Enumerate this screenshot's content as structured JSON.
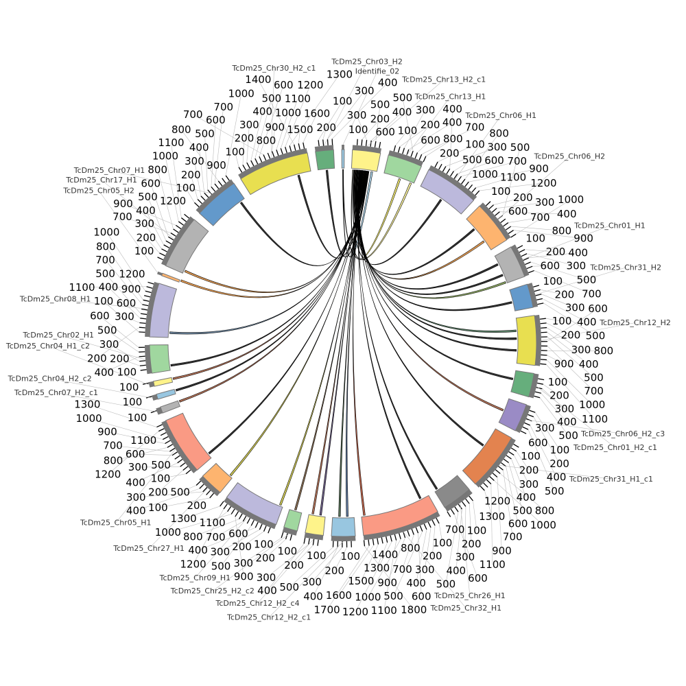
{
  "chart_data": {
    "type": "circos",
    "title": "",
    "tick_interval_kb": 100,
    "segments": [
      {
        "name": "Identifie_02",
        "length": 60,
        "color": "#98c6e0"
      },
      {
        "name": "TcDm25_Chr13_H2_c1",
        "length": 650,
        "color": "#fef38a"
      },
      {
        "name": "TcDm25_Chr13_H1",
        "length": 800,
        "color": "#a0d79f"
      },
      {
        "name": "TcDm25_Chr06_H1",
        "length": 1250,
        "color": "#bcb9dc"
      },
      {
        "name": "TcDm25_Chr06_H2",
        "length": 1000,
        "color": "#fdb46f"
      },
      {
        "name": "TcDm25_Chr01_H1",
        "length": 750,
        "color": "#b3b3b3"
      },
      {
        "name": "TcDm25_Chr31_H2",
        "length": 550,
        "color": "#6399cb"
      },
      {
        "name": "TcDm25_Chr12_H2",
        "length": 1150,
        "color": "#e8df50"
      },
      {
        "name": "TcDm25_Chr01_H2_c1",
        "length": 550,
        "color": "#66ae7c"
      },
      {
        "name": "TcDm25_Chr06_H2_c3",
        "length": 650,
        "color": "#9a8bc5"
      },
      {
        "name": "TcDm25_Chr31_H1_c1",
        "length": 1350,
        "color": "#e3834f"
      },
      {
        "name": "TcDm25_Chr26_H1",
        "length": 700,
        "color": "#8a8a8a"
      },
      {
        "name": "TcDm25_Chr32_H1",
        "length": 1800,
        "color": "#fa9a84"
      },
      {
        "name": "TcDm25_Chr12_H2_c1",
        "length": 550,
        "color": "#98c6e0"
      },
      {
        "name": "TcDm25_Chr12_H2_c4",
        "length": 420,
        "color": "#fef38a"
      },
      {
        "name": "TcDm25_Chr25_H2_c2",
        "length": 320,
        "color": "#a0d79f"
      },
      {
        "name": "TcDm25_Chr09_H1",
        "length": 1300,
        "color": "#bcb9dc"
      },
      {
        "name": "TcDm25_Chr27_H1",
        "length": 550,
        "color": "#fdb46f"
      },
      {
        "name": "TcDm25_Chr05_H1",
        "length": 1350,
        "color": "#fa9a84"
      },
      {
        "name": "TcDm25_Chr07_H2_c1",
        "length": 150,
        "color": "#b3b3b3"
      },
      {
        "name": "TcDm25_Chr04_H2_c2",
        "length": 120,
        "color": "#98c6e0"
      },
      {
        "name": "TcDm25_Chr04_H1_c2",
        "length": 120,
        "color": "#fef38a"
      },
      {
        "name": "TcDm25_Chr02_H1",
        "length": 650,
        "color": "#a0d79f"
      },
      {
        "name": "TcDm25_Chr08_H1",
        "length": 1250,
        "color": "#bcb9dc"
      },
      {
        "name": "TcDm25_Chr05_H2",
        "length": 60,
        "color": "#fdb46f"
      },
      {
        "name": "TcDm25_Chr17_H1",
        "length": 1250,
        "color": "#b3b3b3"
      },
      {
        "name": "TcDm25_Chr07_H1",
        "length": 1050,
        "color": "#6399cb"
      },
      {
        "name": "TcDm25_Chr30_H2_c1",
        "length": 1650,
        "color": "#e8df50"
      },
      {
        "name": "TcDm25_Chr03_H2",
        "length": 420,
        "color": "#66ae7c"
      }
    ],
    "links": [
      [
        1,
        30,
        2,
        400,
        "#e8df50"
      ],
      [
        0,
        30,
        2,
        700,
        "#fef38a"
      ],
      [
        0,
        20,
        1,
        500,
        "#98c6e0"
      ],
      [
        1,
        60,
        3,
        600,
        "#000000"
      ],
      [
        1,
        80,
        4,
        300,
        "#000000"
      ],
      [
        1,
        100,
        4,
        700,
        "#d9822b"
      ],
      [
        1,
        120,
        5,
        200,
        "#000000"
      ],
      [
        1,
        140,
        5,
        500,
        "#000000"
      ],
      [
        1,
        150,
        5,
        700,
        "#6a8a3a"
      ],
      [
        1,
        160,
        6,
        300,
        "#000000"
      ],
      [
        1,
        180,
        7,
        300,
        "#3a6a4a"
      ],
      [
        1,
        200,
        7,
        500,
        "#000000"
      ],
      [
        1,
        210,
        7,
        800,
        "#000000"
      ],
      [
        1,
        220,
        8,
        200,
        "#000000"
      ],
      [
        1,
        230,
        9,
        300,
        "#a05030"
      ],
      [
        1,
        240,
        10,
        500,
        "#000000"
      ],
      [
        1,
        250,
        11,
        600,
        "#000000"
      ],
      [
        1,
        260,
        12,
        1700,
        "#b04020"
      ],
      [
        1,
        270,
        12,
        200,
        "#000000"
      ],
      [
        1,
        275,
        13,
        150,
        "#3a5a8a"
      ],
      [
        1,
        280,
        13,
        350,
        "#2a4a2a"
      ],
      [
        1,
        290,
        14,
        100,
        "#4a3a6a"
      ],
      [
        1,
        300,
        14,
        300,
        "#a05030"
      ],
      [
        1,
        310,
        15,
        150,
        "#6a4a2a"
      ],
      [
        1,
        320,
        16,
        50,
        "#c8c030"
      ],
      [
        1,
        330,
        17,
        50,
        "#c8c030"
      ],
      [
        1,
        340,
        18,
        100,
        "#000000"
      ],
      [
        1,
        350,
        19,
        100,
        "#a05030"
      ],
      [
        1,
        360,
        20,
        60,
        "#000000"
      ],
      [
        1,
        370,
        21,
        60,
        "#a05030"
      ],
      [
        1,
        380,
        22,
        100,
        "#000000"
      ],
      [
        1,
        390,
        23,
        100,
        "#4a6a8a"
      ],
      [
        1,
        400,
        24,
        30,
        "#d9822b"
      ],
      [
        1,
        410,
        25,
        50,
        "#d9822b"
      ],
      [
        1,
        420,
        26,
        900,
        "#000000"
      ],
      [
        1,
        430,
        27,
        1300,
        "#000000"
      ],
      [
        1,
        440,
        28,
        200,
        "#000000"
      ]
    ]
  }
}
